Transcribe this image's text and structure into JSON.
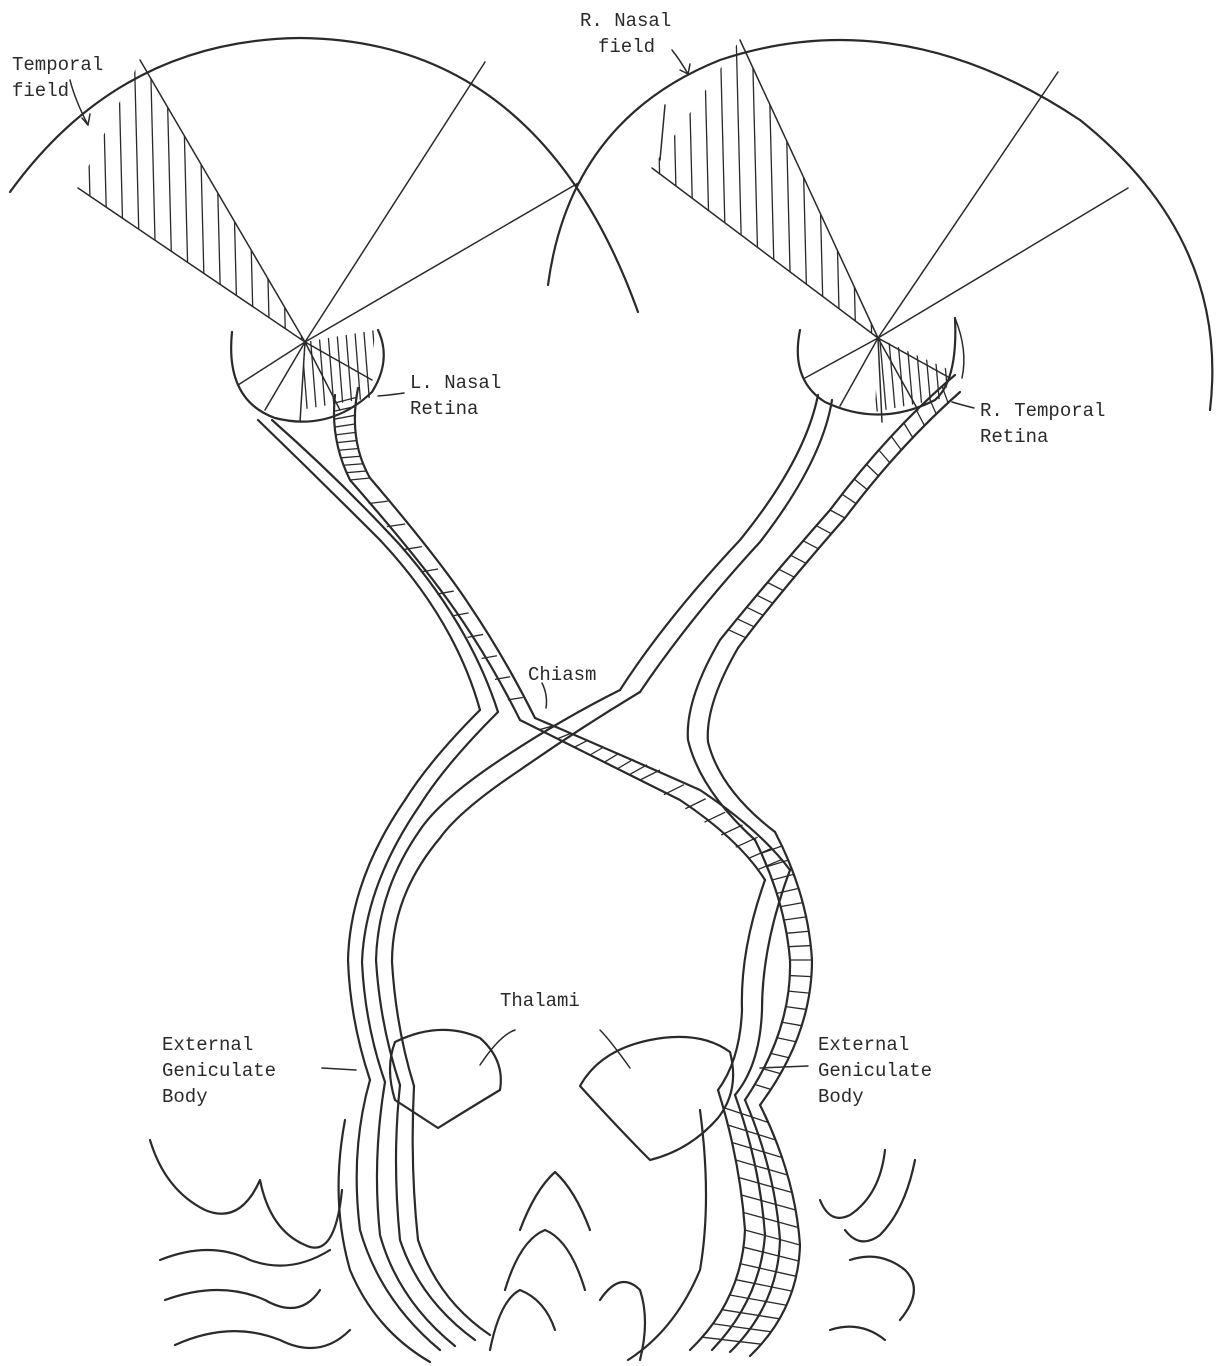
{
  "labels": {
    "temporal_field": [
      "Temporal",
      "field"
    ],
    "r_nasal_field": [
      "R. Nasal",
      "field"
    ],
    "l_nasal_retina": [
      "L. Nasal",
      "Retina"
    ],
    "r_temporal_retina": [
      "R. Temporal",
      "Retina"
    ],
    "chiasm": "Chiasm",
    "thalami": "Thalami",
    "left_geniculate": [
      "External",
      "Geniculate",
      "Body"
    ],
    "right_geniculate": [
      "External",
      "Geniculate",
      "Body"
    ]
  }
}
